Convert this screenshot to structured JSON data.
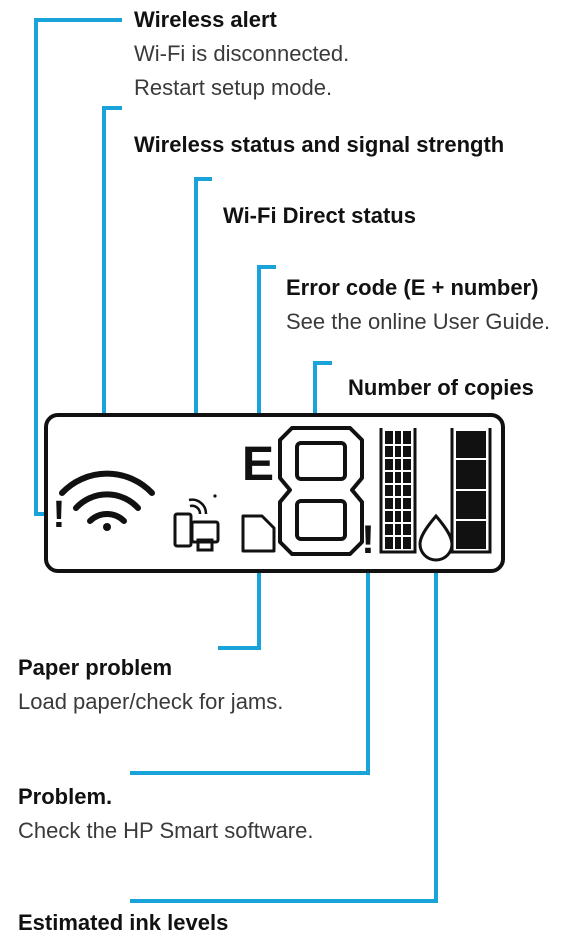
{
  "callouts": {
    "wireless_alert": {
      "title": "Wireless alert",
      "desc_line1": "Wi-Fi is disconnected.",
      "desc_line2": "Restart setup mode."
    },
    "wireless_status": {
      "title": "Wireless status and signal strength"
    },
    "wifi_direct": {
      "title": "Wi-Fi Direct status"
    },
    "error_code": {
      "title": "Error code (E + number)",
      "desc": "See the online User Guide."
    },
    "copies": {
      "title": "Number of copies"
    },
    "paper_problem": {
      "title": "Paper problem",
      "desc": "Load paper/check for jams."
    },
    "problem": {
      "title": "Problem.",
      "desc": "Check the HP Smart software."
    },
    "ink_levels": {
      "title": "Estimated ink levels"
    }
  },
  "panel": {
    "error_letter": "E",
    "copies_digit": "8",
    "alert_glyph": "!"
  },
  "colors": {
    "leader": "#1aa3d9",
    "ink": "#111111",
    "panel_border": "#111111"
  },
  "icons": [
    "exclamation-icon",
    "wifi-signal-icon",
    "wifi-direct-icon",
    "paper-icon",
    "seven-segment-digit-icon",
    "ink-drop-icon",
    "ink-level-bar-icon"
  ]
}
